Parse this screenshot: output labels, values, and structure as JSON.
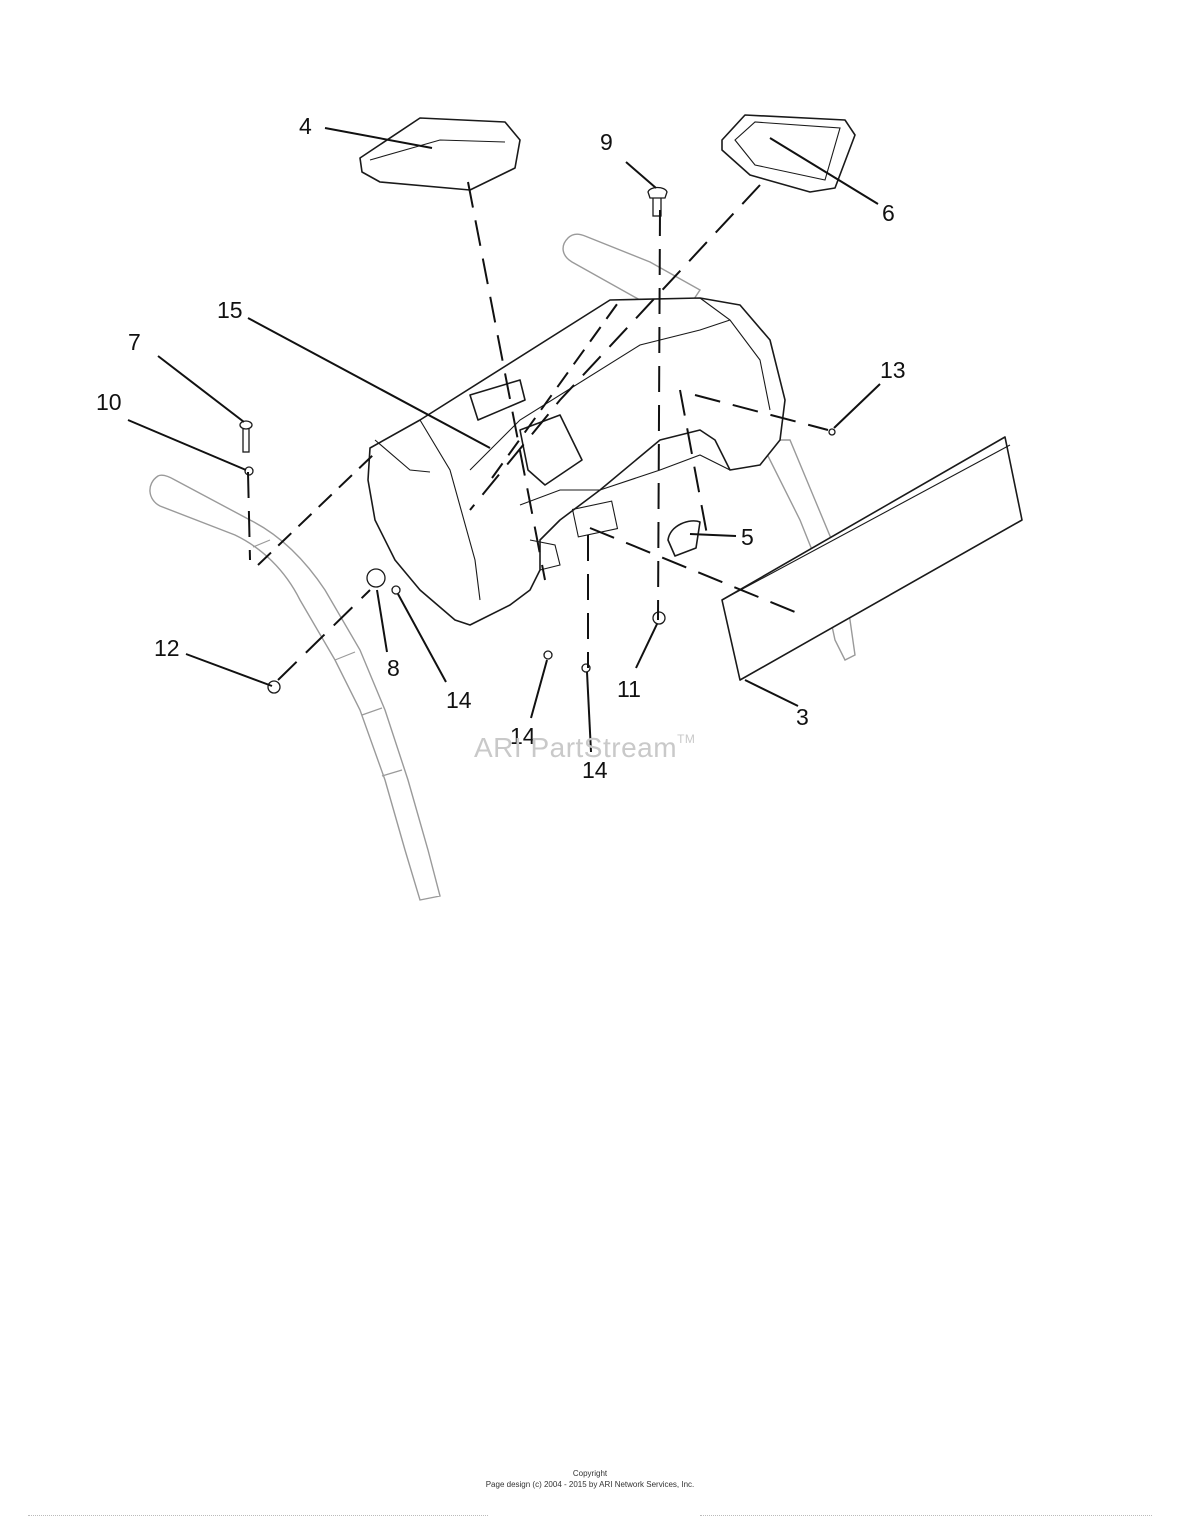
{
  "callouts": {
    "c3": "3",
    "c4": "4",
    "c5": "5",
    "c6": "6",
    "c7": "7",
    "c8": "8",
    "c9": "9",
    "c10": "10",
    "c11": "11",
    "c12": "12",
    "c13": "13",
    "c14a": "14",
    "c14b": "14",
    "c14c": "14",
    "c15": "15"
  },
  "watermark": {
    "text": "ARI PartStream",
    "mark": "TM"
  },
  "footer": {
    "copyright": "Copyright",
    "design": "Page design (c) 2004 - 2015 by ARI Network Services, Inc."
  }
}
